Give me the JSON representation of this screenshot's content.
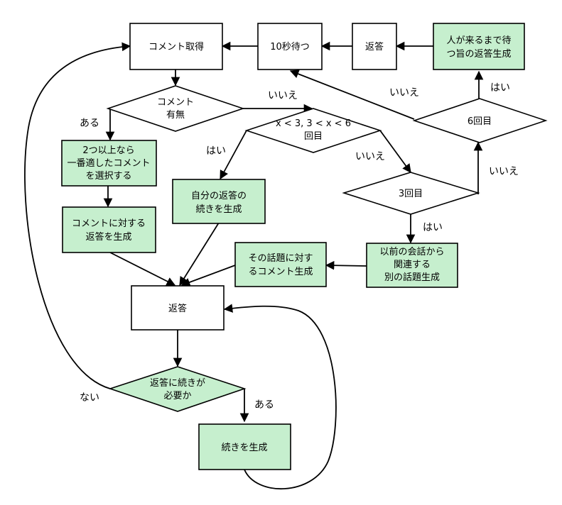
{
  "nodes": {
    "get_comment": "コメント取得",
    "wait10": "10秒待つ",
    "reply_top": "返答",
    "wait_msg": [
      "人が来るまで待",
      "つ旨の返答生成"
    ],
    "has_comment": [
      "コメント",
      "有無"
    ],
    "condition": [
      "x < 3, 3 < x < 6",
      "回目"
    ],
    "sixth": "6回目",
    "third": "3回目",
    "select": [
      "2つ以上なら",
      "一番適したコメント",
      "を選択する"
    ],
    "reply_gen": [
      "コメントに対する",
      "返答を生成"
    ],
    "continue_own": [
      "自分の返答の",
      "続きを生成"
    ],
    "topic_comment": [
      "その話題に対す",
      "るコメント生成"
    ],
    "other_topic": [
      "以前の会話から",
      "関連する",
      "別の話題生成"
    ],
    "reply": "返答",
    "needs_cont": [
      "返答に続きが",
      "必要か"
    ],
    "gen_cont": "続きを生成"
  },
  "labels": {
    "aru": "ある",
    "nai": "ない",
    "iie": "いいえ",
    "hai": "はい"
  }
}
